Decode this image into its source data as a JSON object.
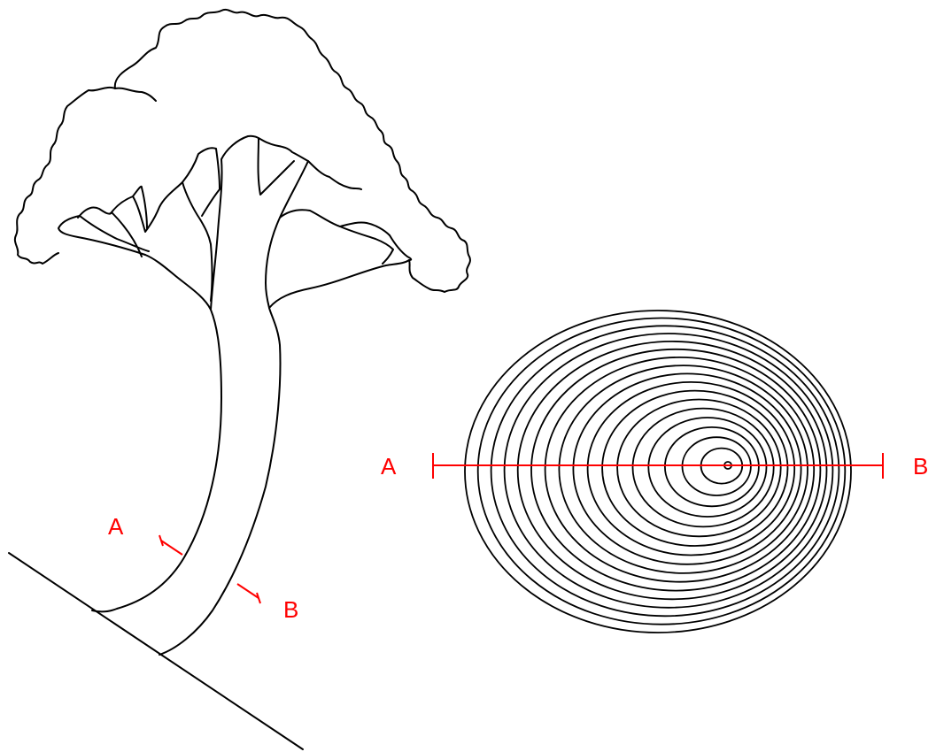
{
  "tree_labels": {
    "a": "A",
    "b": "B"
  },
  "cross_section_labels": {
    "a": "A",
    "b": "B"
  },
  "ring_count": 18,
  "colors": {
    "outline": "#000000",
    "measurement": "#ff0000",
    "background": "#ffffff"
  }
}
